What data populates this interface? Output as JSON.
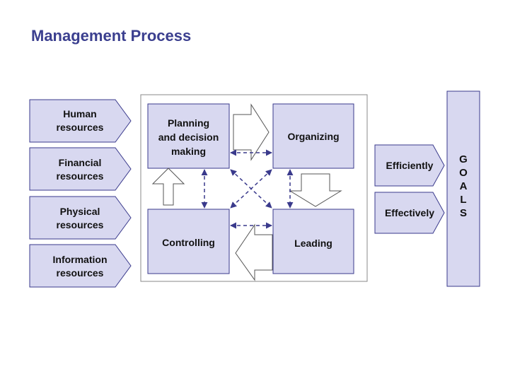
{
  "title": "Management Process",
  "inputs": [
    {
      "label": "Human\nresources"
    },
    {
      "label": "Financial\nresources"
    },
    {
      "label": "Physical\nresources"
    },
    {
      "label": "Information\nresources"
    }
  ],
  "functions": {
    "planning": "Planning\nand decision\nmaking",
    "organizing": "Organizing",
    "controlling": "Controlling",
    "leading": "Leading"
  },
  "outcomes": {
    "efficiently": "Efficiently",
    "effectively": "Effectively"
  },
  "goals_letters": [
    "G",
    "O",
    "A",
    "L",
    "S"
  ],
  "colors": {
    "box_fill": "#d8d8f0",
    "box_stroke": "#3a3a8c",
    "dash": "#3a3a8c",
    "title": "#3b3f8f"
  }
}
